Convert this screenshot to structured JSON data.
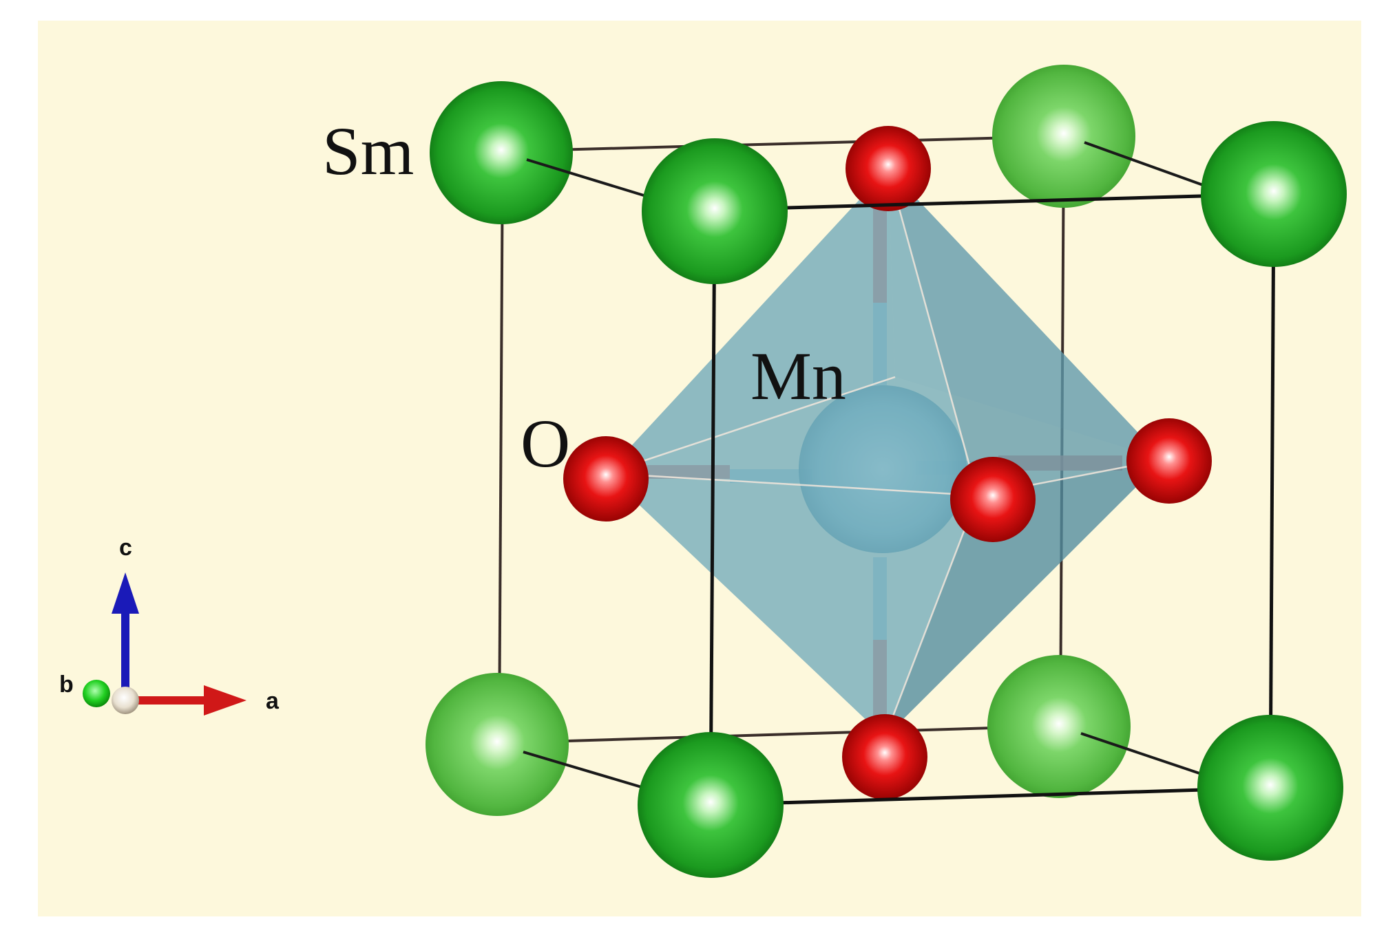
{
  "labels": {
    "sm": "Sm",
    "mn": "Mn",
    "o": "O"
  },
  "axes": {
    "a": "a",
    "b": "b",
    "c": "c"
  },
  "colors": {
    "background": "#fdf8dc",
    "sm": "#2fb52f",
    "sm_back": "#6fcf5a",
    "o": "#e01010",
    "mn": "#7fb9c9",
    "octahedron": "#6aa6b8",
    "cell_edge": "#1a1a1a",
    "axis_a": "#d01818",
    "axis_b": "#22cc22",
    "axis_c": "#1a1ab8"
  }
}
